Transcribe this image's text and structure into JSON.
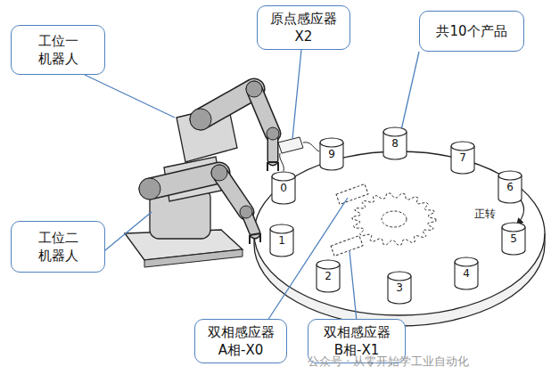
{
  "diagram": {
    "nodes": [
      {
        "text": [
          "工位一 机器人"
        ]
      },
      {
        "text": [
          "原点感应器 X2"
        ]
      },
      {
        "text": [
          "共10个产品"
        ]
      },
      {
        "text": [
          "0"
        ]
      },
      {
        "text": [
          "1"
        ]
      },
      {
        "text": [
          "2"
        ]
      },
      {
        "text": [
          "3"
        ]
      },
      {
        "text": [
          "4"
        ]
      },
      {
        "text": [
          "5"
        ]
      },
      {
        "text": [
          "6"
        ]
      },
      {
        "text": [
          "7"
        ]
      },
      {
        "text": [
          "8"
        ]
      },
      {
        "text": [
          "9"
        ]
      },
      {
        "text": [
          "工位二 机器人"
        ]
      },
      {
        "text": [
          "双相感应器 A相-X0"
        ]
      },
      {
        "text": [
          "双相感应器 B相-X1"
        ]
      }
    ],
    "labels": [
      "正转",
      "公众号 · 从零开始学工业自动化"
    ]
  }
}
